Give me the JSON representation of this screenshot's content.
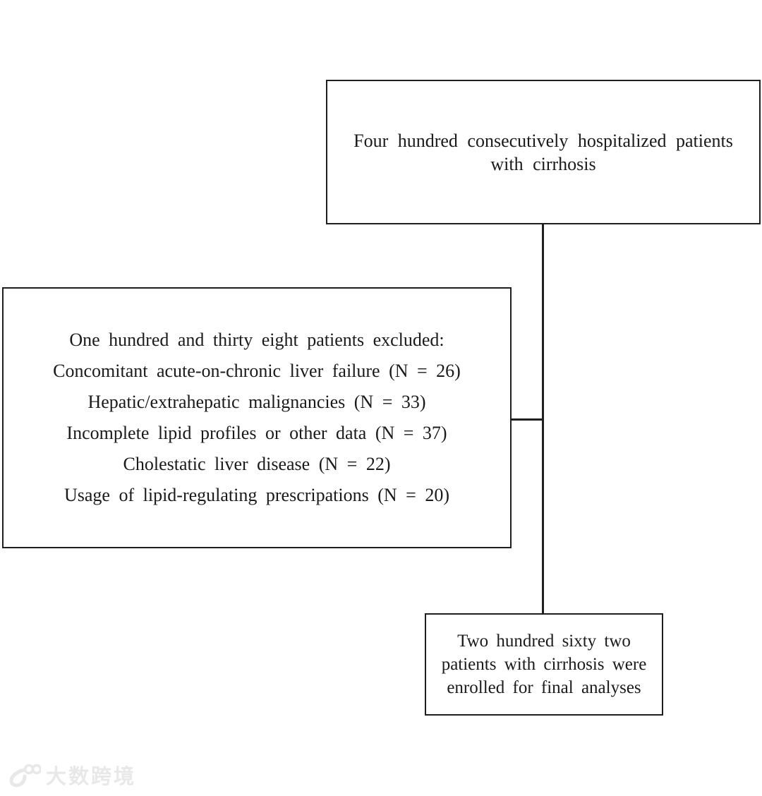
{
  "colors": {
    "ink": "#1f1f1f",
    "text": "#1a1a1a",
    "background": "#ffffff",
    "watermark": "#e8e8e8"
  },
  "diagram": {
    "source_box": {
      "lines": [
        "Four hundred consecutively hospitalized patients",
        "with cirrhosis"
      ]
    },
    "excluded_box": {
      "lines": [
        "One hundred and thirty eight patients excluded:",
        "Concomitant acute-on-chronic liver failure (N = 26)",
        "Hepatic/extrahepatic malignancies (N = 33)",
        "Incomplete lipid profiles or other data (N = 37)",
        "Cholestatic liver disease (N = 22)",
        "Usage of lipid-regulating prescripations (N = 20)"
      ]
    },
    "enrolled_box": {
      "lines": [
        "Two hundred sixty two",
        "patients with cirrhosis were",
        "enrolled for final analyses"
      ]
    }
  },
  "watermark": {
    "logo": "100-logo",
    "text": "大数跨境"
  }
}
